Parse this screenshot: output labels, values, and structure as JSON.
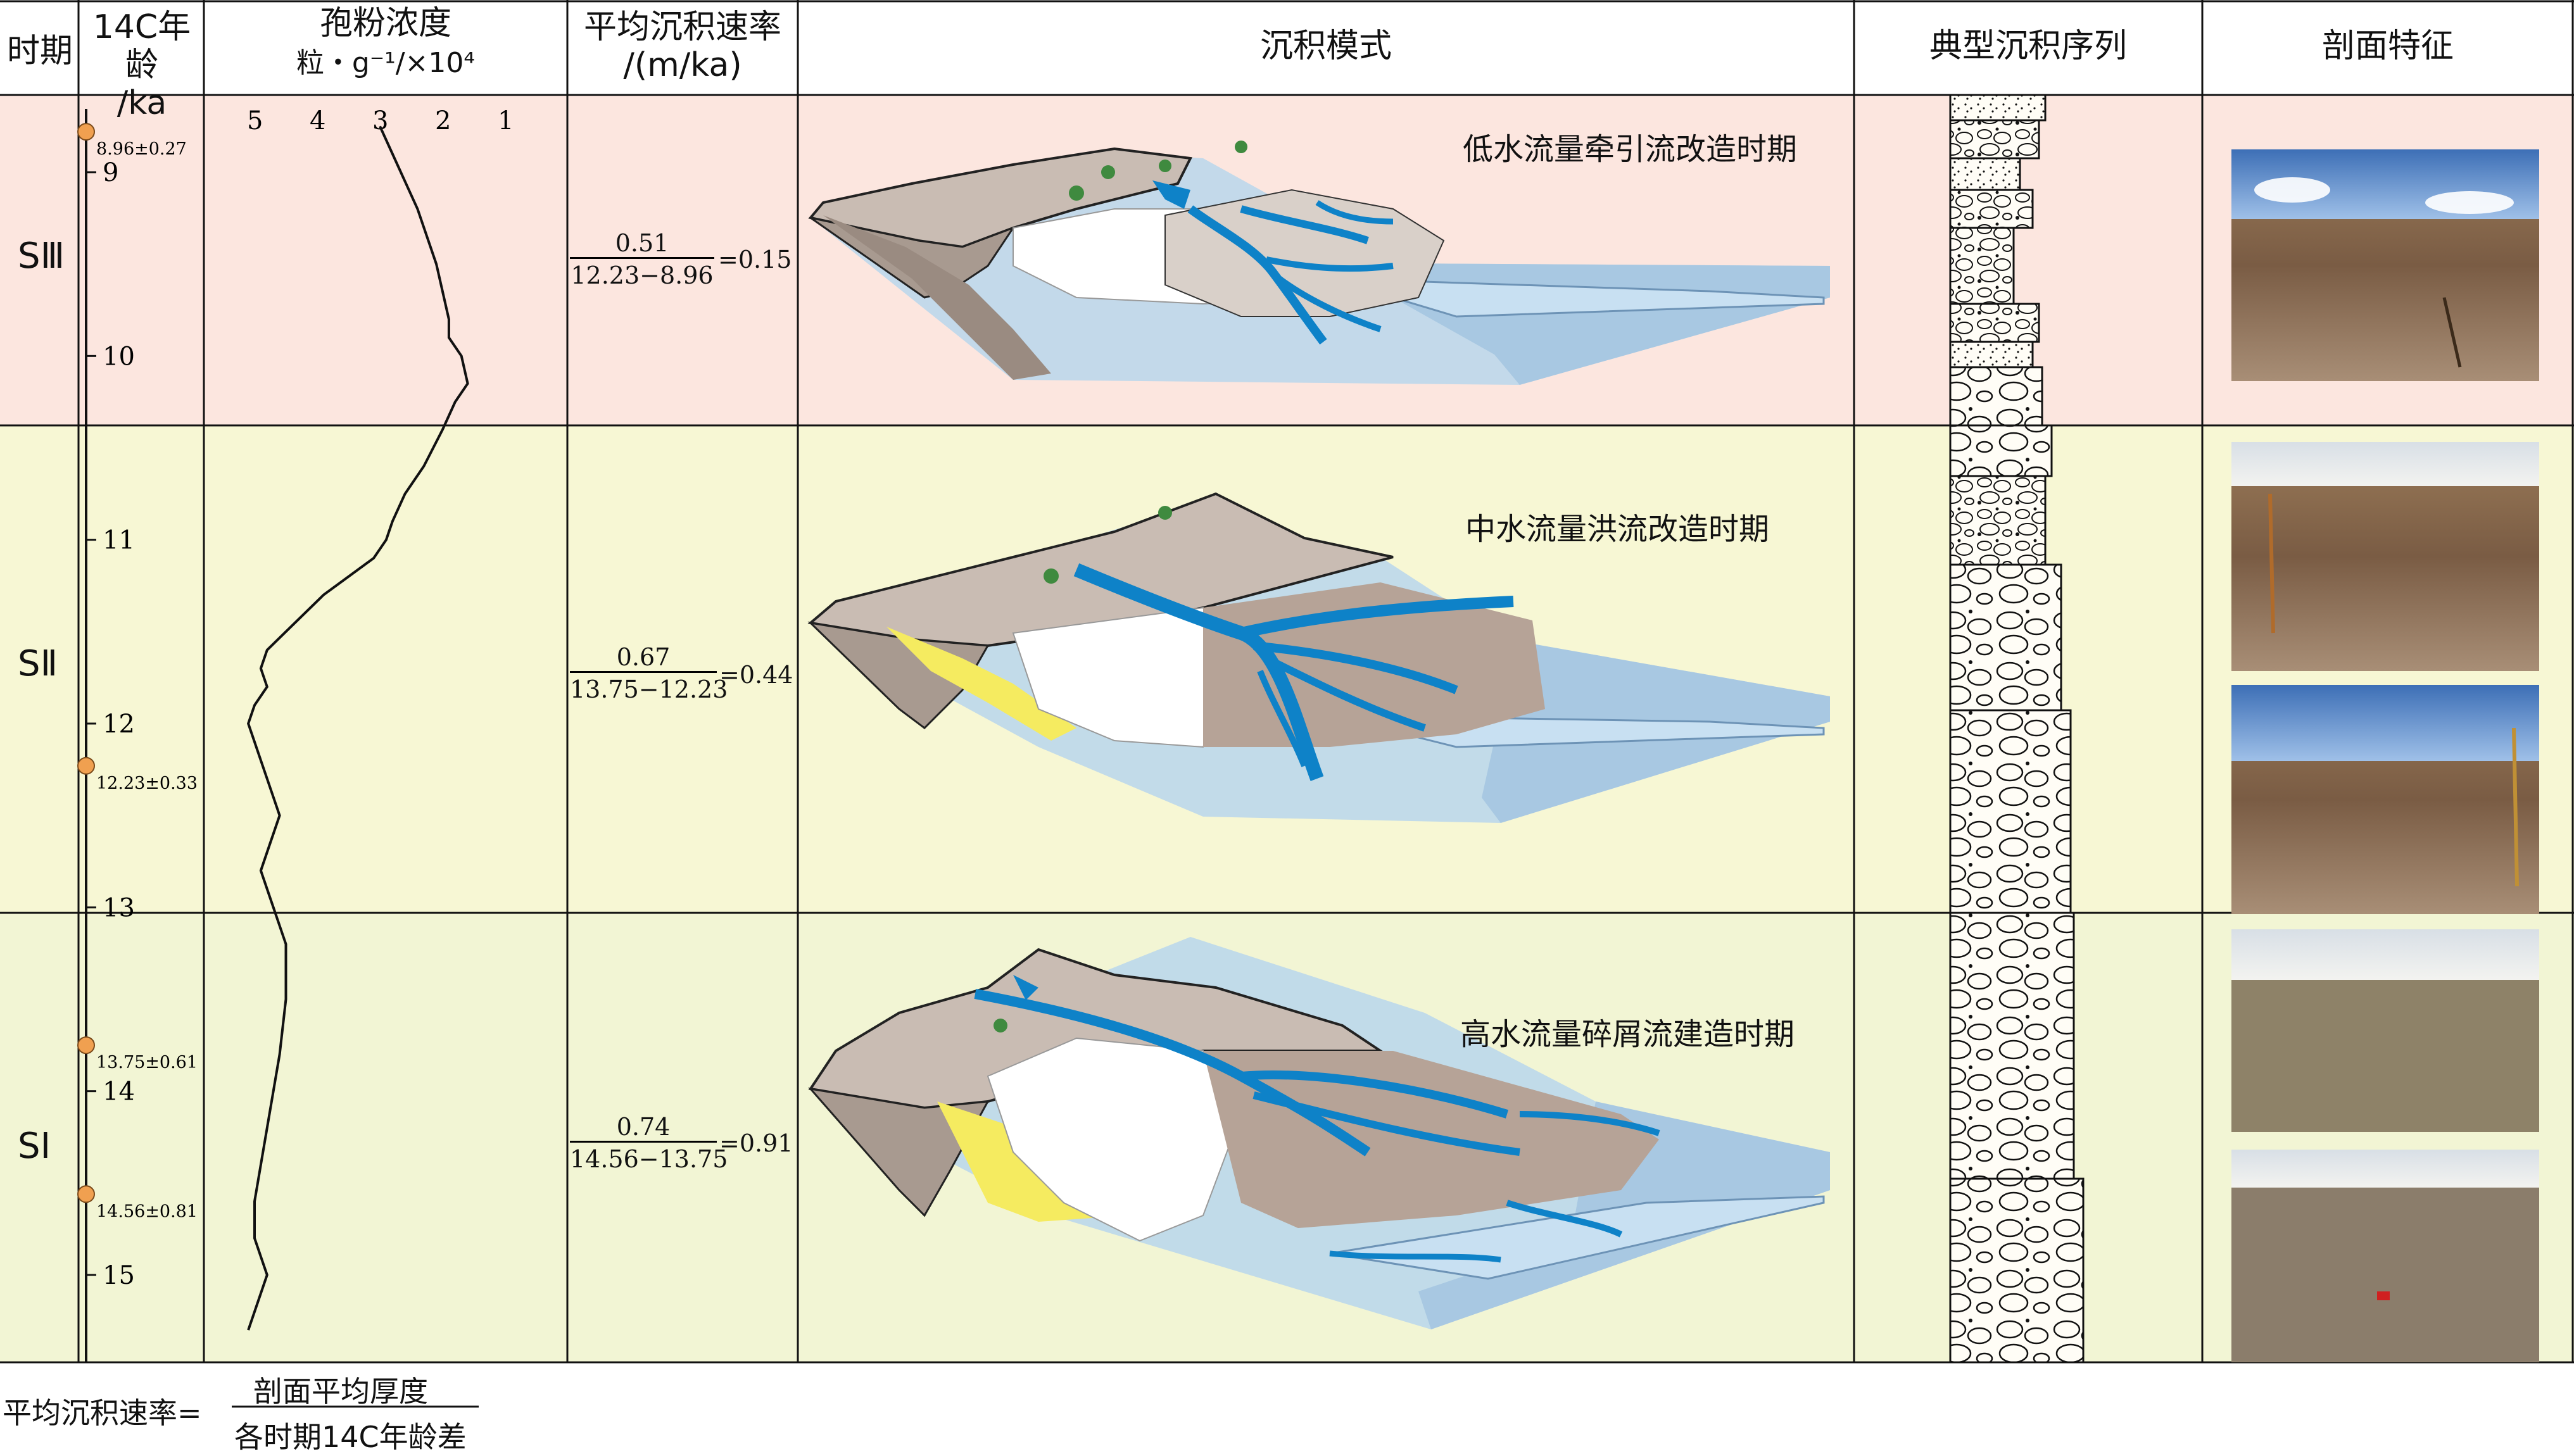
{
  "headers": {
    "period": "时期",
    "age_line1": "14C年龄",
    "age_line2": "/ka",
    "pollen_line1": "孢粉浓度",
    "pollen_line2": "粒・g⁻¹/×10⁴",
    "rate_line1": "平均沉积速率",
    "rate_line2": "/(m/ka)",
    "mode": "沉积模式",
    "sequence": "典型沉积序列",
    "section": "剖面特征"
  },
  "pollen_axis_ticks": [
    "5",
    "4",
    "3",
    "2",
    "1"
  ],
  "age_ticks": [
    "9",
    "10",
    "11",
    "12",
    "13",
    "14",
    "15"
  ],
  "dated_samples": [
    "8.96±0.27",
    "12.23±0.33",
    "13.75±0.61",
    "14.56±0.81"
  ],
  "periods": [
    {
      "label": "SⅢ",
      "rate_num": "0.51",
      "rate_den": "12.23−8.96",
      "rate_val": "=0.15",
      "mode_title": "低水流量牵引流改造时期"
    },
    {
      "label": "SⅡ",
      "rate_num": "0.67",
      "rate_den": "13.75−12.23",
      "rate_val": "=0.44",
      "mode_title": "中水流量洪流改造时期"
    },
    {
      "label": "SⅠ",
      "rate_num": "0.74",
      "rate_den": "14.56−13.75",
      "rate_val": "=0.91",
      "mode_title": "高水流量碎屑流建造时期"
    }
  ],
  "footer": {
    "left": "平均沉积速率=",
    "numerator": "剖面平均厚度",
    "denominator": "各时期14C年龄差"
  },
  "colors": {
    "s3_bg": "#fce6df",
    "s2_bg": "#f7f7d4",
    "s1_bg": "#f2f5d4",
    "water": "#0e82c8",
    "lake": "#b9d6ec",
    "dot": "#f0a050",
    "terrain": "#b8aaa0",
    "sky": "#4f86c6",
    "soil": "#8a6a4e"
  },
  "chart_data": {
    "type": "line",
    "x": [
      3.0,
      2.8,
      2.4,
      2.1,
      1.9,
      1.9,
      1.7,
      1.6,
      1.8,
      2.0,
      2.3,
      2.6,
      2.8,
      2.9,
      3.1,
      3.5,
      3.9,
      4.2,
      4.5,
      4.8,
      4.9,
      4.8,
      5.0,
      5.1,
      5.0,
      4.9,
      4.8,
      4.7,
      4.6,
      4.7,
      4.8,
      4.9,
      4.8,
      4.7,
      4.6,
      4.5,
      4.5,
      4.6,
      4.7,
      4.8,
      4.9,
      5.0,
      5.0,
      4.9,
      4.8,
      5.1
    ],
    "y": [
      8.75,
      8.9,
      9.2,
      9.5,
      9.8,
      9.9,
      10.0,
      10.15,
      10.25,
      10.4,
      10.6,
      10.75,
      10.9,
      11.0,
      11.1,
      11.2,
      11.3,
      11.4,
      11.5,
      11.6,
      11.7,
      11.8,
      11.9,
      12.0,
      12.1,
      12.2,
      12.3,
      12.4,
      12.5,
      12.6,
      12.7,
      12.8,
      12.9,
      13.0,
      13.1,
      13.2,
      13.5,
      13.8,
      14.0,
      14.2,
      14.4,
      14.6,
      14.8,
      14.9,
      15.0,
      15.3
    ],
    "xlabel": "孢粉浓度",
    "ylabel": "14C年龄",
    "xlim": [
      5,
      1
    ],
    "ylim": [
      8.75,
      15.3
    ]
  }
}
